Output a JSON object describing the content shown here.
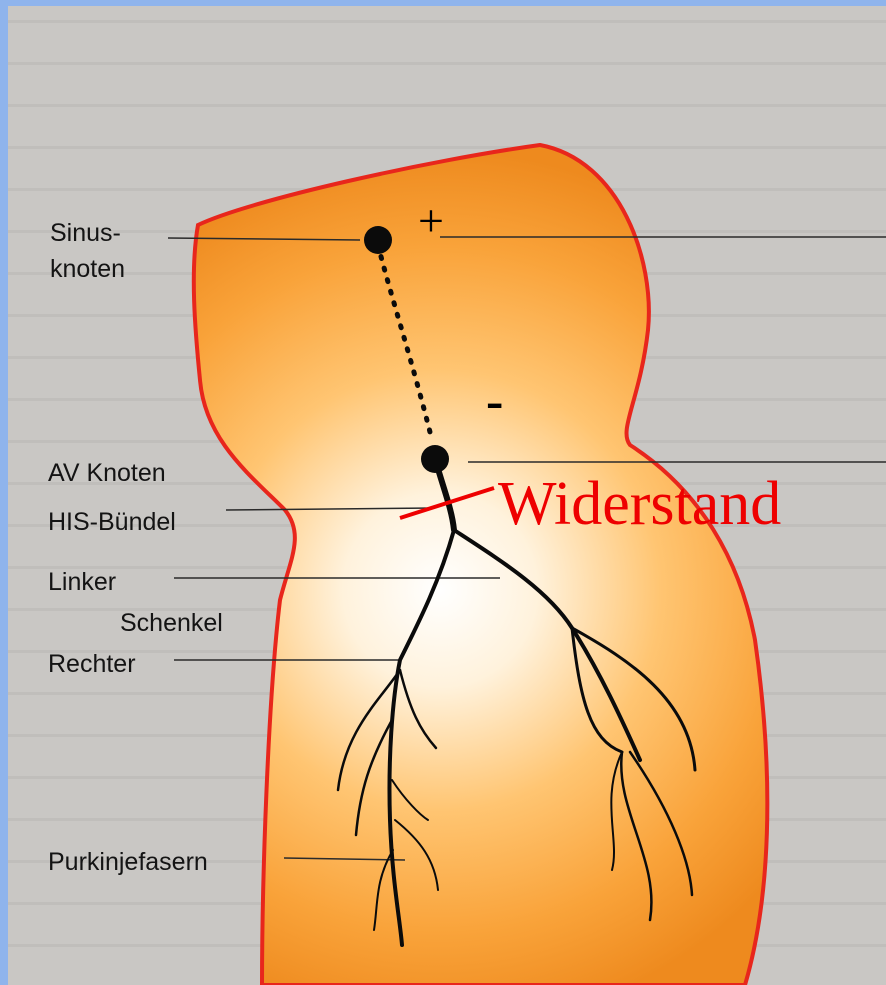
{
  "labels": {
    "sinus_line1": "Sinus-",
    "sinus_line2": "knoten",
    "av_knoten": "AV Knoten",
    "his_buendel": "HIS-Bündel",
    "linker": "Linker",
    "schenkel": "Schenkel",
    "rechter": "Rechter",
    "purkinje": "Purkinjefasern"
  },
  "annotations": {
    "plus": "+",
    "minus": "-",
    "widerstand": "Widerstand"
  },
  "colors": {
    "frame": "#8fb4ec",
    "paper": "#c9c7c4",
    "heart_outline": "#e8261c",
    "heart_center": "#ffffff",
    "heart_edge": "#f0901c",
    "conduction_system": "#0b0b0b",
    "annotation_red": "#ee0000"
  }
}
